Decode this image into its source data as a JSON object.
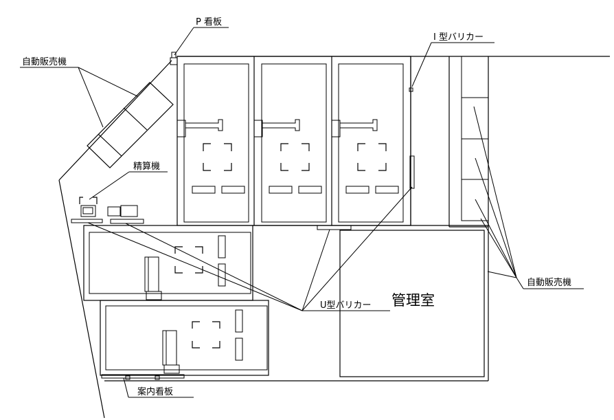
{
  "labels": {
    "p_signboard": "P 看板",
    "vending_machine_left": "自動販売機",
    "i_bollard": "I 型バリカー",
    "payment_machine": "精算機",
    "vending_machine_right": "自動販売機",
    "u_bollard": "U型バリカー",
    "management_room": "管理室",
    "guide_signboard": "案内看板"
  }
}
